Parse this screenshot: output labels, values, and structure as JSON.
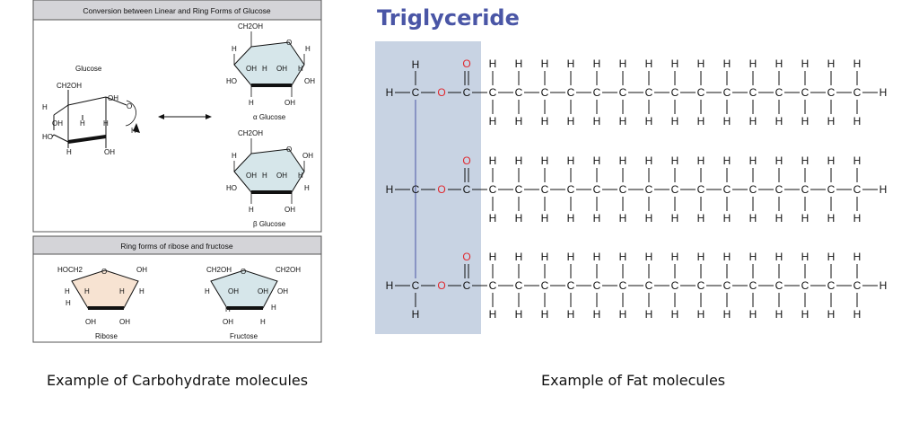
{
  "carbohydrate_panel": {
    "glucose_header": "Conversion between Linear and Ring Forms of Glucose",
    "ribose_header": "Ring forms of ribose and fructose",
    "linear_name": "Glucose",
    "alpha_name": "α Glucose",
    "beta_name": "β Glucose",
    "ribose_name": "Ribose",
    "fructose_name": "Fructose",
    "ch2oh": "CH2OH",
    "hoch2": "HOCH2",
    "oh": "OH",
    "ho": "HO",
    "h": "H",
    "o": "O",
    "ring_color_glucose": "#d6e6ea",
    "ring_color_ribose": "#f7e3d2"
  },
  "triglyceride": {
    "title": "Triglyceride",
    "glycerol_color": "#c8d3e3",
    "oxygen_color": "#e0292f",
    "atom_h": "H",
    "atom_c": "C",
    "atom_o": "O",
    "chains": 3,
    "chain_carbons": 15
  },
  "captions": {
    "left": "Example of Carbohydrate molecules",
    "right": "Example of Fat molecules"
  }
}
